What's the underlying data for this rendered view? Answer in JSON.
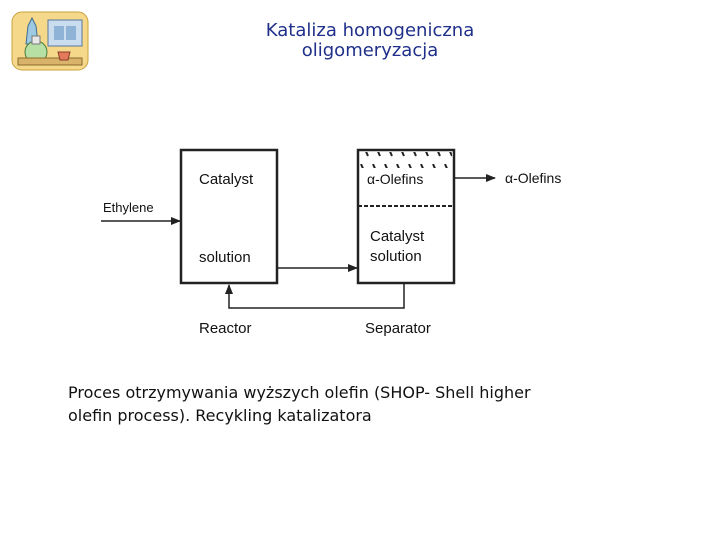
{
  "slide": {
    "title_line1": "Kataliza homogeniczna",
    "title_line2": "oligomeryzacja",
    "caption_line1": "Proces otrzymywania wyższych olefin (SHOP- Shell higher",
    "caption_line2": "olefin process).  Recykling katalizatora"
  },
  "diagram": {
    "reactor_top": "Catalyst",
    "reactor_bottom": "solution",
    "feed": "Ethylene",
    "olefins_box": "α-Olefins",
    "separator_catalyst": "Catalyst",
    "separator_solution": "solution",
    "product": "α-Olefins",
    "reactor_label": "Reactor",
    "separator_label": "Separator"
  },
  "colors": {
    "title": "#1f2f8a",
    "lines": "#222222"
  },
  "icons": {
    "logo": "laboratory-flask-clipart-icon"
  }
}
